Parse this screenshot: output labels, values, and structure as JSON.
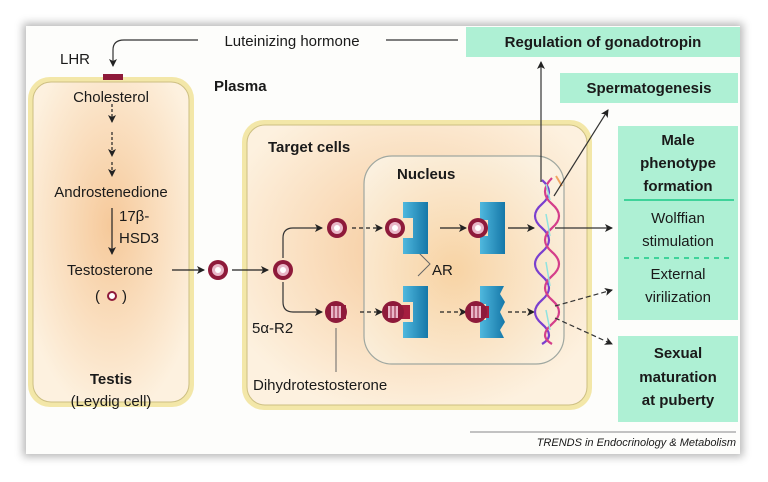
{
  "top": {
    "hormone": "Luteinizing hormone",
    "receptor": "LHR",
    "plasma": "Plasma"
  },
  "testis": {
    "cholesterol": "Cholesterol",
    "androstenedione": "Androstenedione",
    "enzyme_line1": "17β-",
    "enzyme_line2": "HSD3",
    "testosterone": "Testosterone",
    "paren_open": "(",
    "paren_close": ")",
    "title": "Testis",
    "subtitle": "(Leydig cell)"
  },
  "target": {
    "title": "Target cells",
    "nucleus": "Nucleus",
    "reductase": "5α-R2",
    "receptor": "AR",
    "dht": "Dihydrotestosterone"
  },
  "outcomes": {
    "gonadotropin": "Regulation of gonadotropin",
    "spermatogenesis": "Spermatogenesis",
    "male_line1": "Male",
    "male_line2": "phenotype",
    "male_line3": "formation",
    "wolffian_line1": "Wolffian",
    "wolffian_line2": "stimulation",
    "external_line1": "External",
    "external_line2": "virilization",
    "sexual_line1": "Sexual",
    "sexual_line2": "maturation",
    "sexual_line3": "at puberty"
  },
  "credit": "TRENDS in Endocrinology & Metabolism",
  "colors": {
    "outcome_fill": "#aef0d4",
    "hormone_red": "#8e1a3a",
    "receptor_blue": "#1e8fc0",
    "cell_fill": "#f8d9b0",
    "membrane": "#f3e7a8"
  }
}
